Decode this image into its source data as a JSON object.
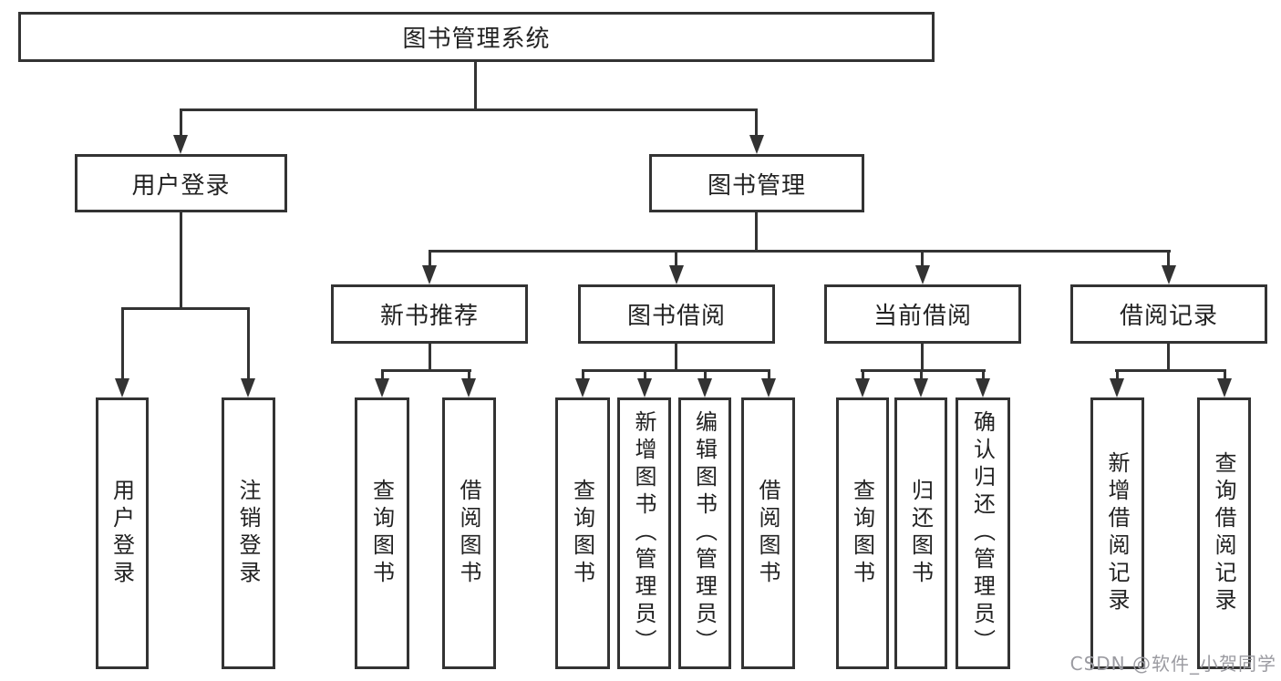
{
  "root": {
    "label": "图书管理系统"
  },
  "level2": {
    "user": {
      "label": "用户登录"
    },
    "book": {
      "label": "图书管理"
    }
  },
  "level3": {
    "recommend": {
      "label": "新书推荐"
    },
    "borrow": {
      "label": "图书借阅"
    },
    "current": {
      "label": "当前借阅"
    },
    "history": {
      "label": "借阅记录"
    }
  },
  "leaves": {
    "user": [
      "用户登录",
      "注销登录"
    ],
    "recommend": [
      "查询图书",
      "借阅图书"
    ],
    "borrow": [
      "查询图书",
      "新增图书（管理员）",
      "编辑图书（管理员）",
      "借阅图书"
    ],
    "current": [
      "查询图书",
      "归还图书",
      "确认归还（管理员）"
    ],
    "history": [
      "新增借阅记录",
      "查询借阅记录"
    ]
  },
  "watermark": {
    "text": "CSDN @软件_小贺同学"
  },
  "colors": {
    "line": "#333333",
    "text": "#222222",
    "box_background": "#ffffff",
    "watermark": "#9b9ba1",
    "page_background": "#ffffff"
  }
}
